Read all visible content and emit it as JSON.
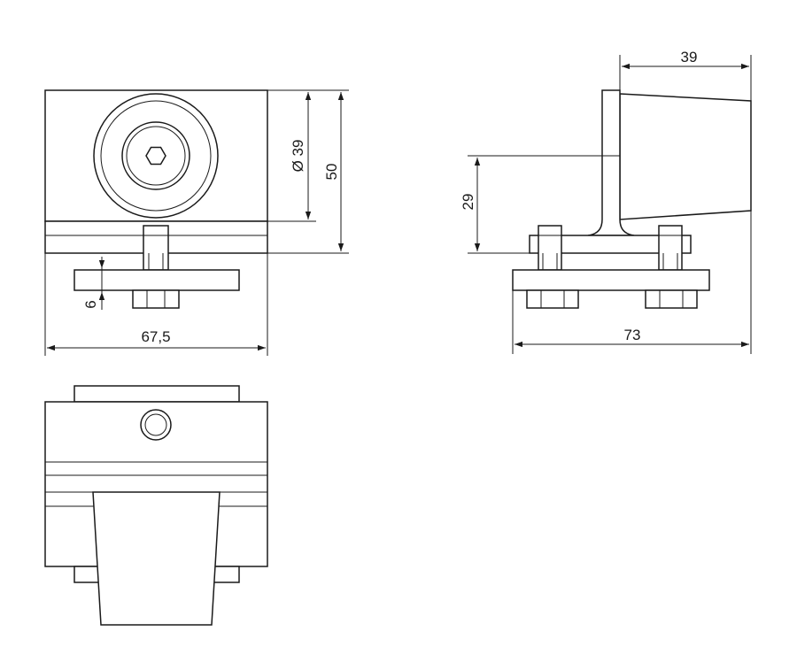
{
  "dimensions": {
    "front_diameter": "Ø 39",
    "front_height": "50",
    "front_bolt": "6",
    "front_width": "67,5",
    "side_height": "29",
    "side_top": "39",
    "side_width": "73"
  }
}
